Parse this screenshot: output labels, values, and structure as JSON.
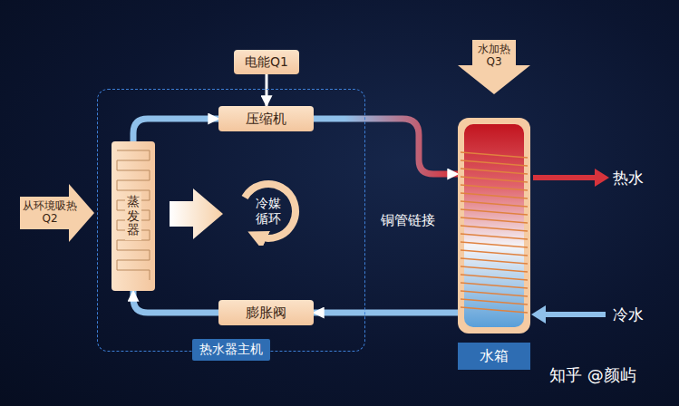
{
  "diagram": {
    "nodes": [
      {
        "text": [
          "热水器主机"
        ]
      },
      {
        "text": [
          "电能Q1"
        ]
      },
      {
        "text": [
          "压缩机"
        ],
        "in": 0
      },
      {
        "text": [
          "蒸发器"
        ],
        "in": 0
      },
      {
        "text": [
          "膨胀阀"
        ],
        "in": 0
      },
      {
        "text": [
          "冷媒 循环"
        ],
        "in": 0
      },
      {
        "text": [
          "从环境吸热 Q2"
        ]
      },
      {
        "text": [
          "水加热 Q3"
        ]
      },
      {
        "text": [
          "水箱"
        ]
      }
    ],
    "edges": [
      {
        "from": 1,
        "to": 2,
        "arrow": "to"
      },
      {
        "from": 2,
        "to": 8,
        "arrow": "to"
      },
      {
        "from": 8,
        "to": 4,
        "arrow": "to"
      },
      {
        "from": 4,
        "to": 3,
        "arrow": "to"
      },
      {
        "from": 3,
        "to": 2,
        "arrow": "to"
      }
    ],
    "labels": [
      "铜管链接",
      "热水",
      "冷水",
      "知乎 @颜屿"
    ]
  }
}
